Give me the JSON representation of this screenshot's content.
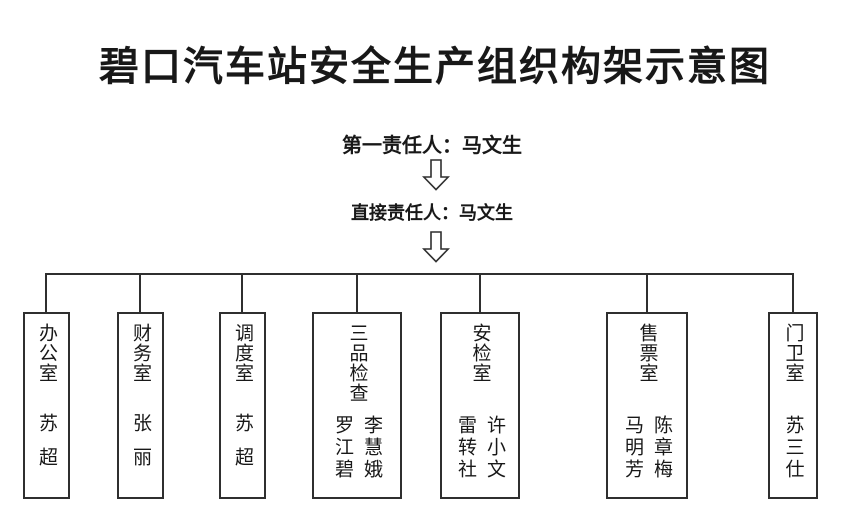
{
  "title": "碧口汽车站安全生产组织构架示意图",
  "hierarchy": {
    "level1": "第一责任人：马文生",
    "level2": "直接责任人：马文生"
  },
  "icons": {
    "down_arrow": "hollow-double-down-arrow ⇩"
  },
  "colors": {
    "background": "#ffffff",
    "text": "#181818",
    "line": "#2f2f2f"
  },
  "departments": [
    {
      "name": "办公室",
      "staff": [
        "苏超"
      ]
    },
    {
      "name": "财务室",
      "staff": [
        "张丽"
      ]
    },
    {
      "name": "调度室",
      "staff": [
        "苏超"
      ]
    },
    {
      "name": "三品检查",
      "staff": [
        "罗江碧",
        "李慧娥"
      ]
    },
    {
      "name": "安检室",
      "staff": [
        "雷转社",
        "许小文"
      ]
    },
    {
      "name": "售票室",
      "staff": [
        "马明芳",
        "陈章梅"
      ]
    },
    {
      "name": "门卫室",
      "staff": [
        "苏三仕"
      ]
    }
  ]
}
